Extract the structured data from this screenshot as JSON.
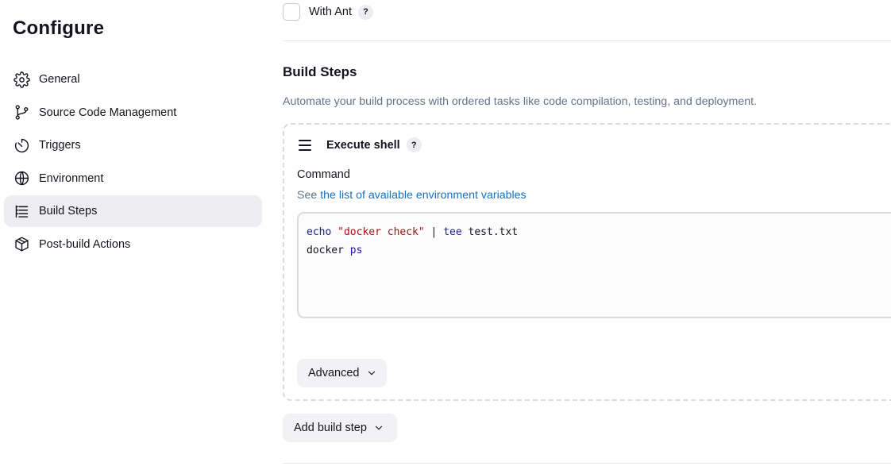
{
  "sidebar": {
    "title": "Configure",
    "items": [
      {
        "label": "General",
        "icon": "gear-icon"
      },
      {
        "label": "Source Code Management",
        "icon": "branch-icon"
      },
      {
        "label": "Triggers",
        "icon": "timer-icon"
      },
      {
        "label": "Environment",
        "icon": "globe-icon"
      },
      {
        "label": "Build Steps",
        "icon": "list-icon",
        "active": true
      },
      {
        "label": "Post-build Actions",
        "icon": "package-icon"
      }
    ]
  },
  "main": {
    "with_ant": {
      "label": "With Ant",
      "checked": false,
      "help": "?"
    },
    "build_steps": {
      "title": "Build Steps",
      "description": "Automate your build process with ordered tasks like code compilation, testing, and deployment.",
      "step": {
        "title": "Execute shell",
        "help": "?",
        "command_label": "Command",
        "hint_prefix": "See ",
        "hint_link": "the list of available environment variables",
        "code": {
          "line1": {
            "kw1": "echo",
            "str": "\"docker check\"",
            "pipe": "|",
            "kw2": "tee",
            "rest": "test.txt"
          },
          "line2": {
            "plain": "docker",
            "kw": "ps"
          }
        },
        "advanced_label": "Advanced"
      },
      "add_step_label": "Add build step"
    }
  },
  "colors": {
    "accent_link": "#1b6ec2",
    "muted_text": "#5f7489",
    "active_bg": "#ececf1"
  }
}
